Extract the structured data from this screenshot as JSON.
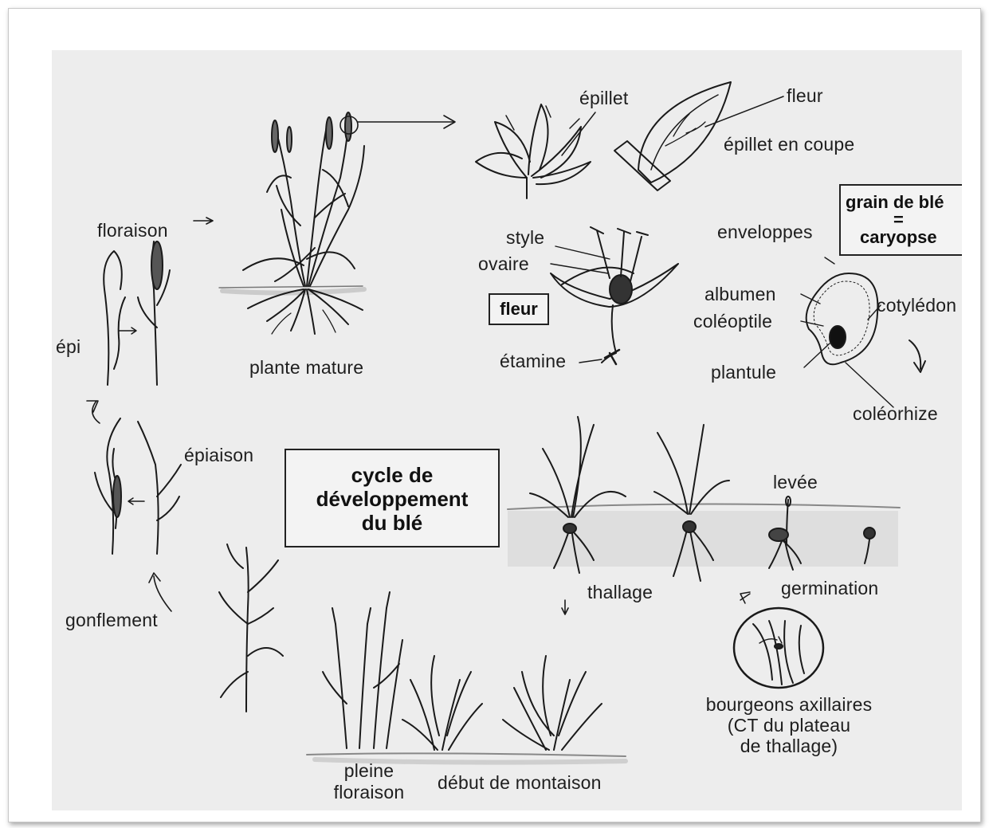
{
  "title_box": {
    "line1": "cycle de",
    "line2": "développement",
    "line3": "du blé"
  },
  "grain_box": {
    "line1": "grain de blé",
    "line2": "=",
    "line3": "caryopse"
  },
  "fleur_box": "fleur",
  "labels": {
    "epillet": "épillet",
    "fleur": "fleur",
    "epillet_coupe": "épillet en coupe",
    "floraison": "floraison",
    "epi": "épi",
    "plante_mature": "plante mature",
    "style": "style",
    "ovaire": "ovaire",
    "etamine": "étamine",
    "enveloppes": "enveloppes",
    "albumen": "albumen",
    "coleoptile": "coléoptile",
    "cotyledon": "cotylédon",
    "plantule": "plantule",
    "coleorhize": "coléorhize",
    "epiaison": "épiaison",
    "levee": "levée",
    "tallage": "thallage",
    "germination": "germination",
    "gonflement": "gonflement",
    "bourgeons_1": "bourgeons axillaires",
    "bourgeons_2": "(CT du plateau",
    "bourgeons_3": "de thallage)",
    "pleine_1": "pleine",
    "pleine_2": "floraison",
    "montaison": "début de montaison"
  }
}
